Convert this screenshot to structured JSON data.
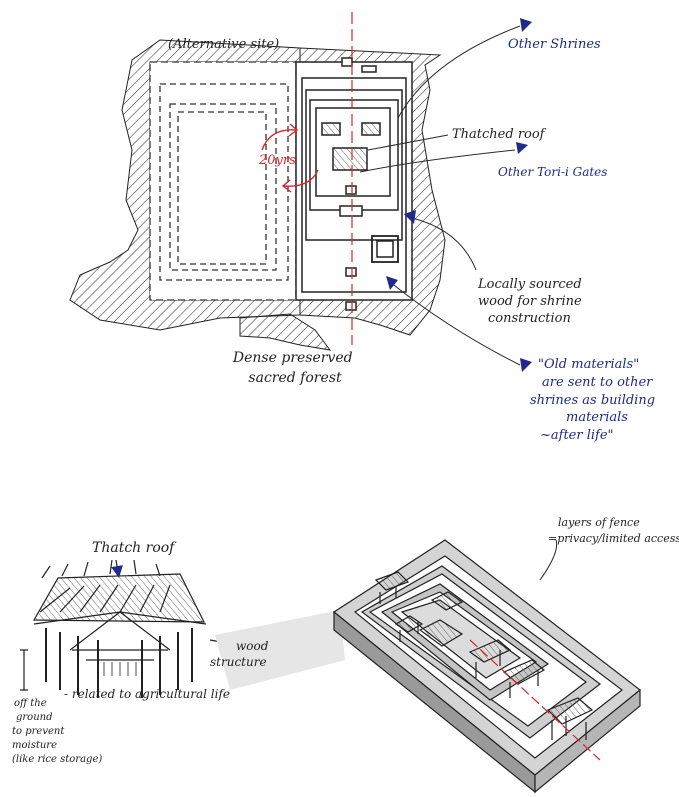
{
  "top_plan": {
    "alternative_site": "(Alternative site)",
    "cycle": "20yrs",
    "forest": [
      "Dense preserved",
      "sacred forest"
    ]
  },
  "annotations": {
    "other_shrines": "Other Shrines",
    "thatched_roof": "Thatched roof",
    "other_torii": "Other Tori-i Gates",
    "local_wood": [
      "Locally sourced",
      "wood for shrine",
      "construction"
    ],
    "old_materials": [
      "\"Old materials\"",
      "are sent to other",
      "shrines as building",
      "materials",
      "~after life\""
    ]
  },
  "bottom_left": {
    "thatch_roof": "Thatch roof",
    "wood_structure": [
      "wood",
      "structure"
    ],
    "agri": "- related to agricultural life",
    "ground": [
      "off the",
      "ground",
      "to prevent",
      "moisture",
      "(like rice storage)"
    ]
  },
  "bottom_right": {
    "fence": [
      "layers of fence",
      "=privacy/limited access"
    ]
  },
  "colors": {
    "ink": "#2a2a2a",
    "blue": "#1f2a8c",
    "red": "#d9242b"
  }
}
